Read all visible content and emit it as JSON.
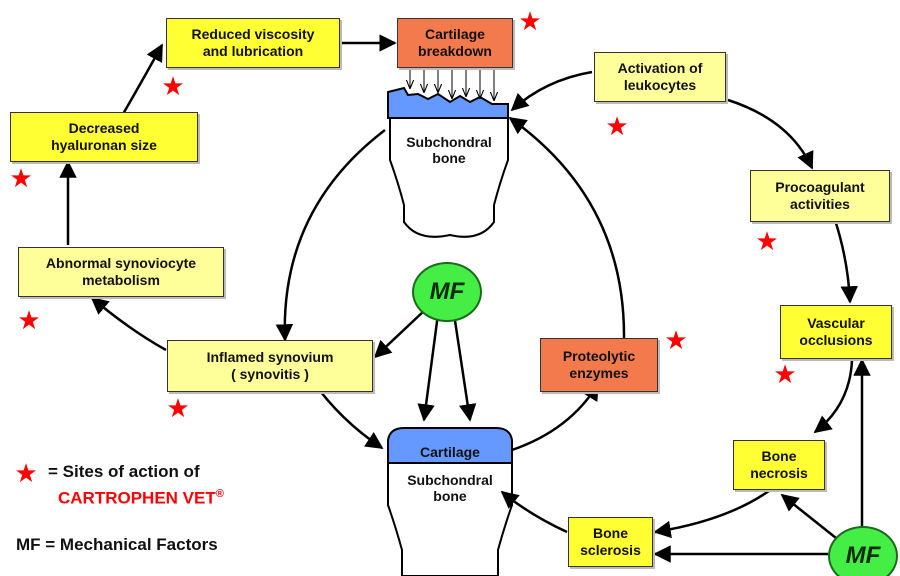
{
  "nodes": {
    "reduced_viscosity": "Reduced viscosity and lubrication",
    "cartilage_breakdown": "Cartilage breakdown",
    "activation_leukocytes": "Activation of leukocytes",
    "decreased_hyaluronan": "Decreased hyaluronan size",
    "procoagulant": "Procoagulant activities",
    "abnormal_synoviocyte": "Abnormal synoviocyte metabolism",
    "vascular_occlusions": "Vascular occlusions",
    "inflamed_synovium_line1": "Inflamed synovium",
    "inflamed_synovium_line2": "( synovitis )",
    "proteolytic_enzymes": "Proteolytic enzymes",
    "bone_necrosis": "Bone necrosis",
    "bone_sclerosis": "Bone sclerosis"
  },
  "bones": {
    "top_label": "Subchondral bone",
    "bottom_cartilage": "Cartilage",
    "bottom_label": "Subchondral bone"
  },
  "mf_label": "MF",
  "legend": {
    "star_text": "= Sites of action of",
    "product": "CARTROPHEN VET",
    "registered": "®",
    "mf_text": "MF = Mechanical Factors"
  },
  "colors": {
    "yellow": "#ffff33",
    "pale_yellow": "#ffff99",
    "orange": "#f27a4c",
    "cartilage_blue": "#6699ff",
    "mf_green": "#44ee44",
    "star_red": "#ff0000"
  }
}
